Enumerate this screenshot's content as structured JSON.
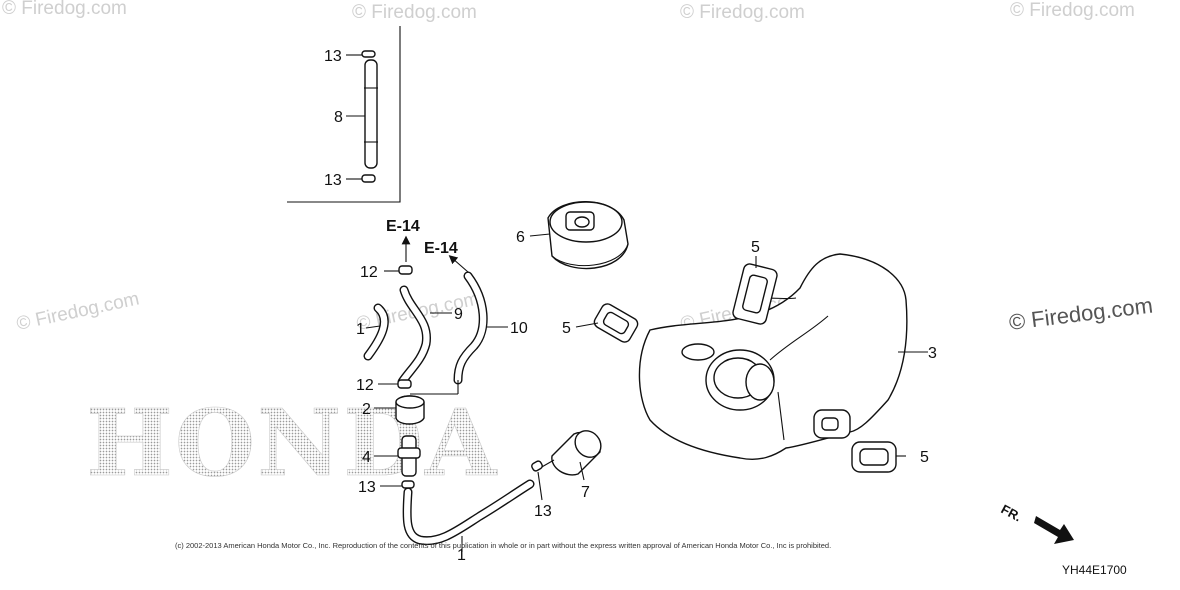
{
  "watermarks": {
    "main": "© Firedog.com",
    "tile": "© Firedog.com"
  },
  "brand_text": "HONDA",
  "references": {
    "upper": "E-14",
    "lower": "E-14"
  },
  "callouts": {
    "c13_top": "13",
    "c8": "8",
    "c13_mid": "13",
    "c6": "6",
    "c5_top": "5",
    "c5_left": "5",
    "c5_bottom": "5",
    "c3": "3",
    "c12_top": "12",
    "c9": "9",
    "c10": "10",
    "c1_upper": "1",
    "c12_low": "12",
    "c2": "2",
    "c4": "4",
    "c13_low": "13",
    "c7": "7",
    "c13_right": "13",
    "c1_lower": "1"
  },
  "copyright": "(c) 2002-2013 American Honda Motor Co., Inc. Reproduction of the contents of this publication in whole or in part without the express written approval of American Honda Motor Co., Inc is prohibited.",
  "diagram_code": "YH44E1700",
  "direction_label": "FR."
}
